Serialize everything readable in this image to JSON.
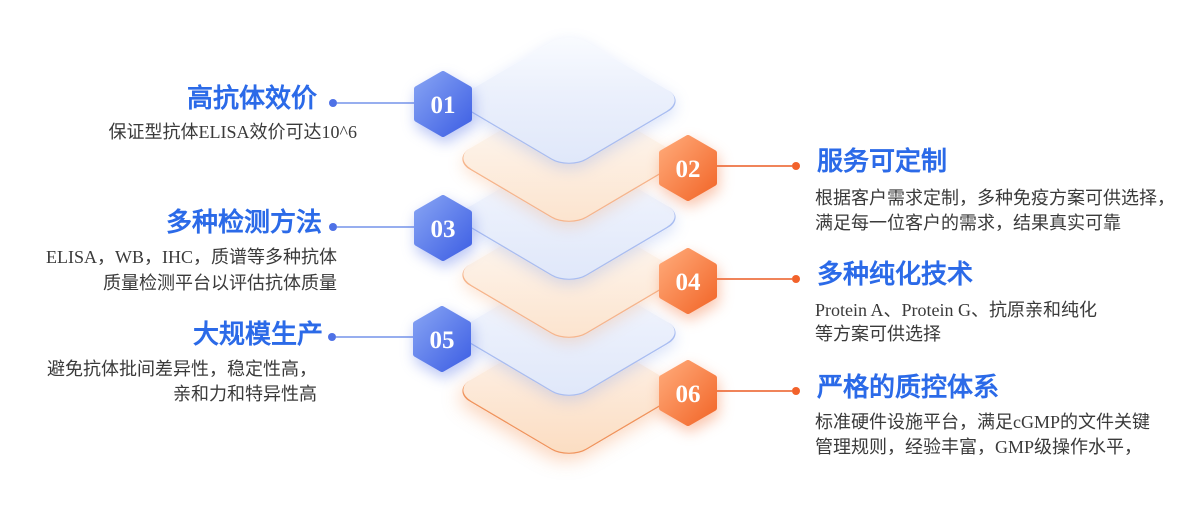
{
  "meta": {
    "kind": "feature-infographic",
    "language": "zh-CN"
  },
  "palette": {
    "title_blue": "#2b6ae8",
    "body_text": "#3a3a3a",
    "hex_blue_from": "#85a2f3",
    "hex_blue_to": "#3f60e4",
    "hex_orange_from": "#ffa978",
    "hex_orange_to": "#f2672a",
    "connector_blue": "#4e71e6",
    "connector_orange": "#f2622b"
  },
  "items": [
    {
      "num": "01",
      "title": "高抗体效价",
      "desc_lines": [
        "保证型抗体ELISA效价可达10^6"
      ]
    },
    {
      "num": "02",
      "title": "服务可定制",
      "desc_lines": [
        "根据客户需求定制，多种免疫方案可供选择，",
        "满足每一位客户的需求，结果真实可靠"
      ]
    },
    {
      "num": "03",
      "title": "多种检测方法",
      "desc_lines": [
        "ELISA，WB，IHC，质谱等多种抗体",
        "质量检测平台以评估抗体质量"
      ]
    },
    {
      "num": "04",
      "title": "多种纯化技术",
      "desc_lines": [
        "Protein A、Protein G、抗原亲和纯化",
        "等方案可供选择"
      ]
    },
    {
      "num": "05",
      "title": "大规模生产",
      "desc_lines": [
        "避免抗体批间差异性，稳定性高，",
        "亲和力和特异性高"
      ]
    },
    {
      "num": "06",
      "title": "严格的质控体系",
      "desc_lines": [
        "标准硬件设施平台，满足cGMP的文件关键",
        "管理规则，经验丰富，GMP级操作水平，"
      ]
    }
  ]
}
